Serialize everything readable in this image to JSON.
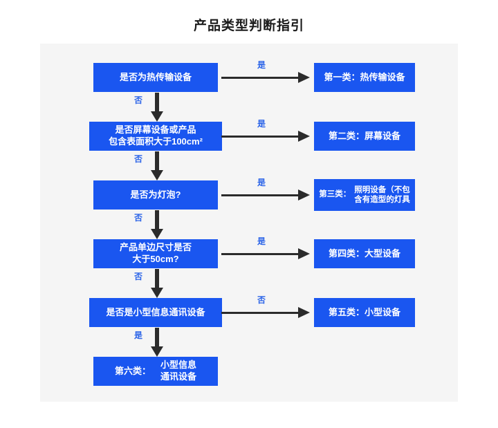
{
  "page": {
    "title": "产品类型判断指引"
  },
  "flow": {
    "steps": [
      {
        "question": "是否为热传输设备",
        "yes_label": "是",
        "no_label": "否",
        "result_lead": "",
        "result": "第一类：热传输设备"
      },
      {
        "question": "是否屏幕设备或产品\n包含表面积大于100cm²",
        "question_line1": "是否屏幕设备或产品",
        "question_line2": "包含表面积大于100cm²",
        "yes_label": "是",
        "no_label": "否",
        "result_lead": "",
        "result": "第二类：屏幕设备"
      },
      {
        "question": "是否为灯泡?",
        "yes_label": "是",
        "no_label": "否",
        "result_lead": "第三类：",
        "result_line1": "照明设备（不包",
        "result_line2": "含有造型的灯具",
        "result": "第三类：照明设备（不包含有造型的灯具"
      },
      {
        "question": "产品单边尺寸是否\n大于50cm?",
        "question_line1": "产品单边尺寸是否",
        "question_line2": "大于50cm?",
        "yes_label": "是",
        "no_label": "否",
        "result_lead": "",
        "result": "第四类：大型设备"
      },
      {
        "question": "是否是小型信息通讯设备",
        "yes_label": "否",
        "no_label": "是",
        "result_lead": "",
        "result": "第五类：小型设备"
      }
    ],
    "final": {
      "lead": "第六类：",
      "line1": "小型信息",
      "line2": "通讯设备",
      "full": "第六类：小型信息通讯设备"
    }
  },
  "colors": {
    "box_blue": "#1a56f0",
    "label_blue": "#2a63e8",
    "arrow_dark": "#2b2b2b",
    "panel_bg": "#f5f5f5",
    "title_text": "#1b1b1b"
  }
}
